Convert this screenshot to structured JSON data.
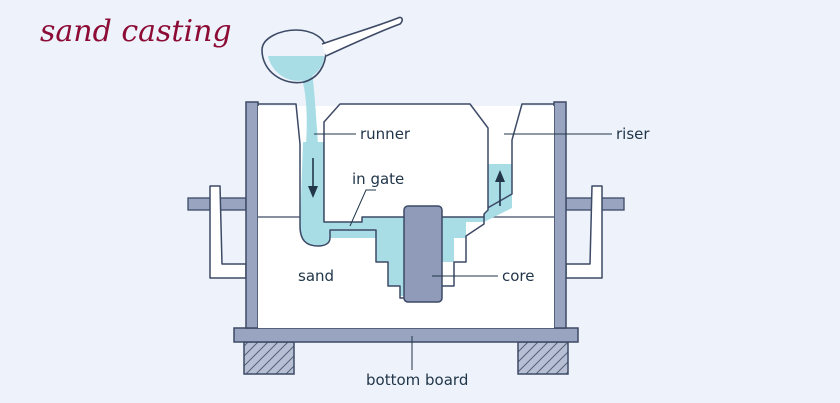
{
  "title": "sand casting",
  "labels": {
    "runner": "runner",
    "riser": "riser",
    "in_gate": "in gate",
    "sand": "sand",
    "core": "core",
    "bottom_board": "bottom board"
  },
  "colors": {
    "background": "#eef3fb",
    "title": "#8c0c36",
    "metal": "#a8dde6",
    "frame": "#99a5c0",
    "outline": "#3d4a66",
    "sand": "#ffffff",
    "core": "#8f9bb8"
  },
  "icons": [
    "ladle-icon",
    "down-arrow-icon",
    "up-arrow-icon",
    "clamp-icon",
    "wood-block-icon"
  ]
}
